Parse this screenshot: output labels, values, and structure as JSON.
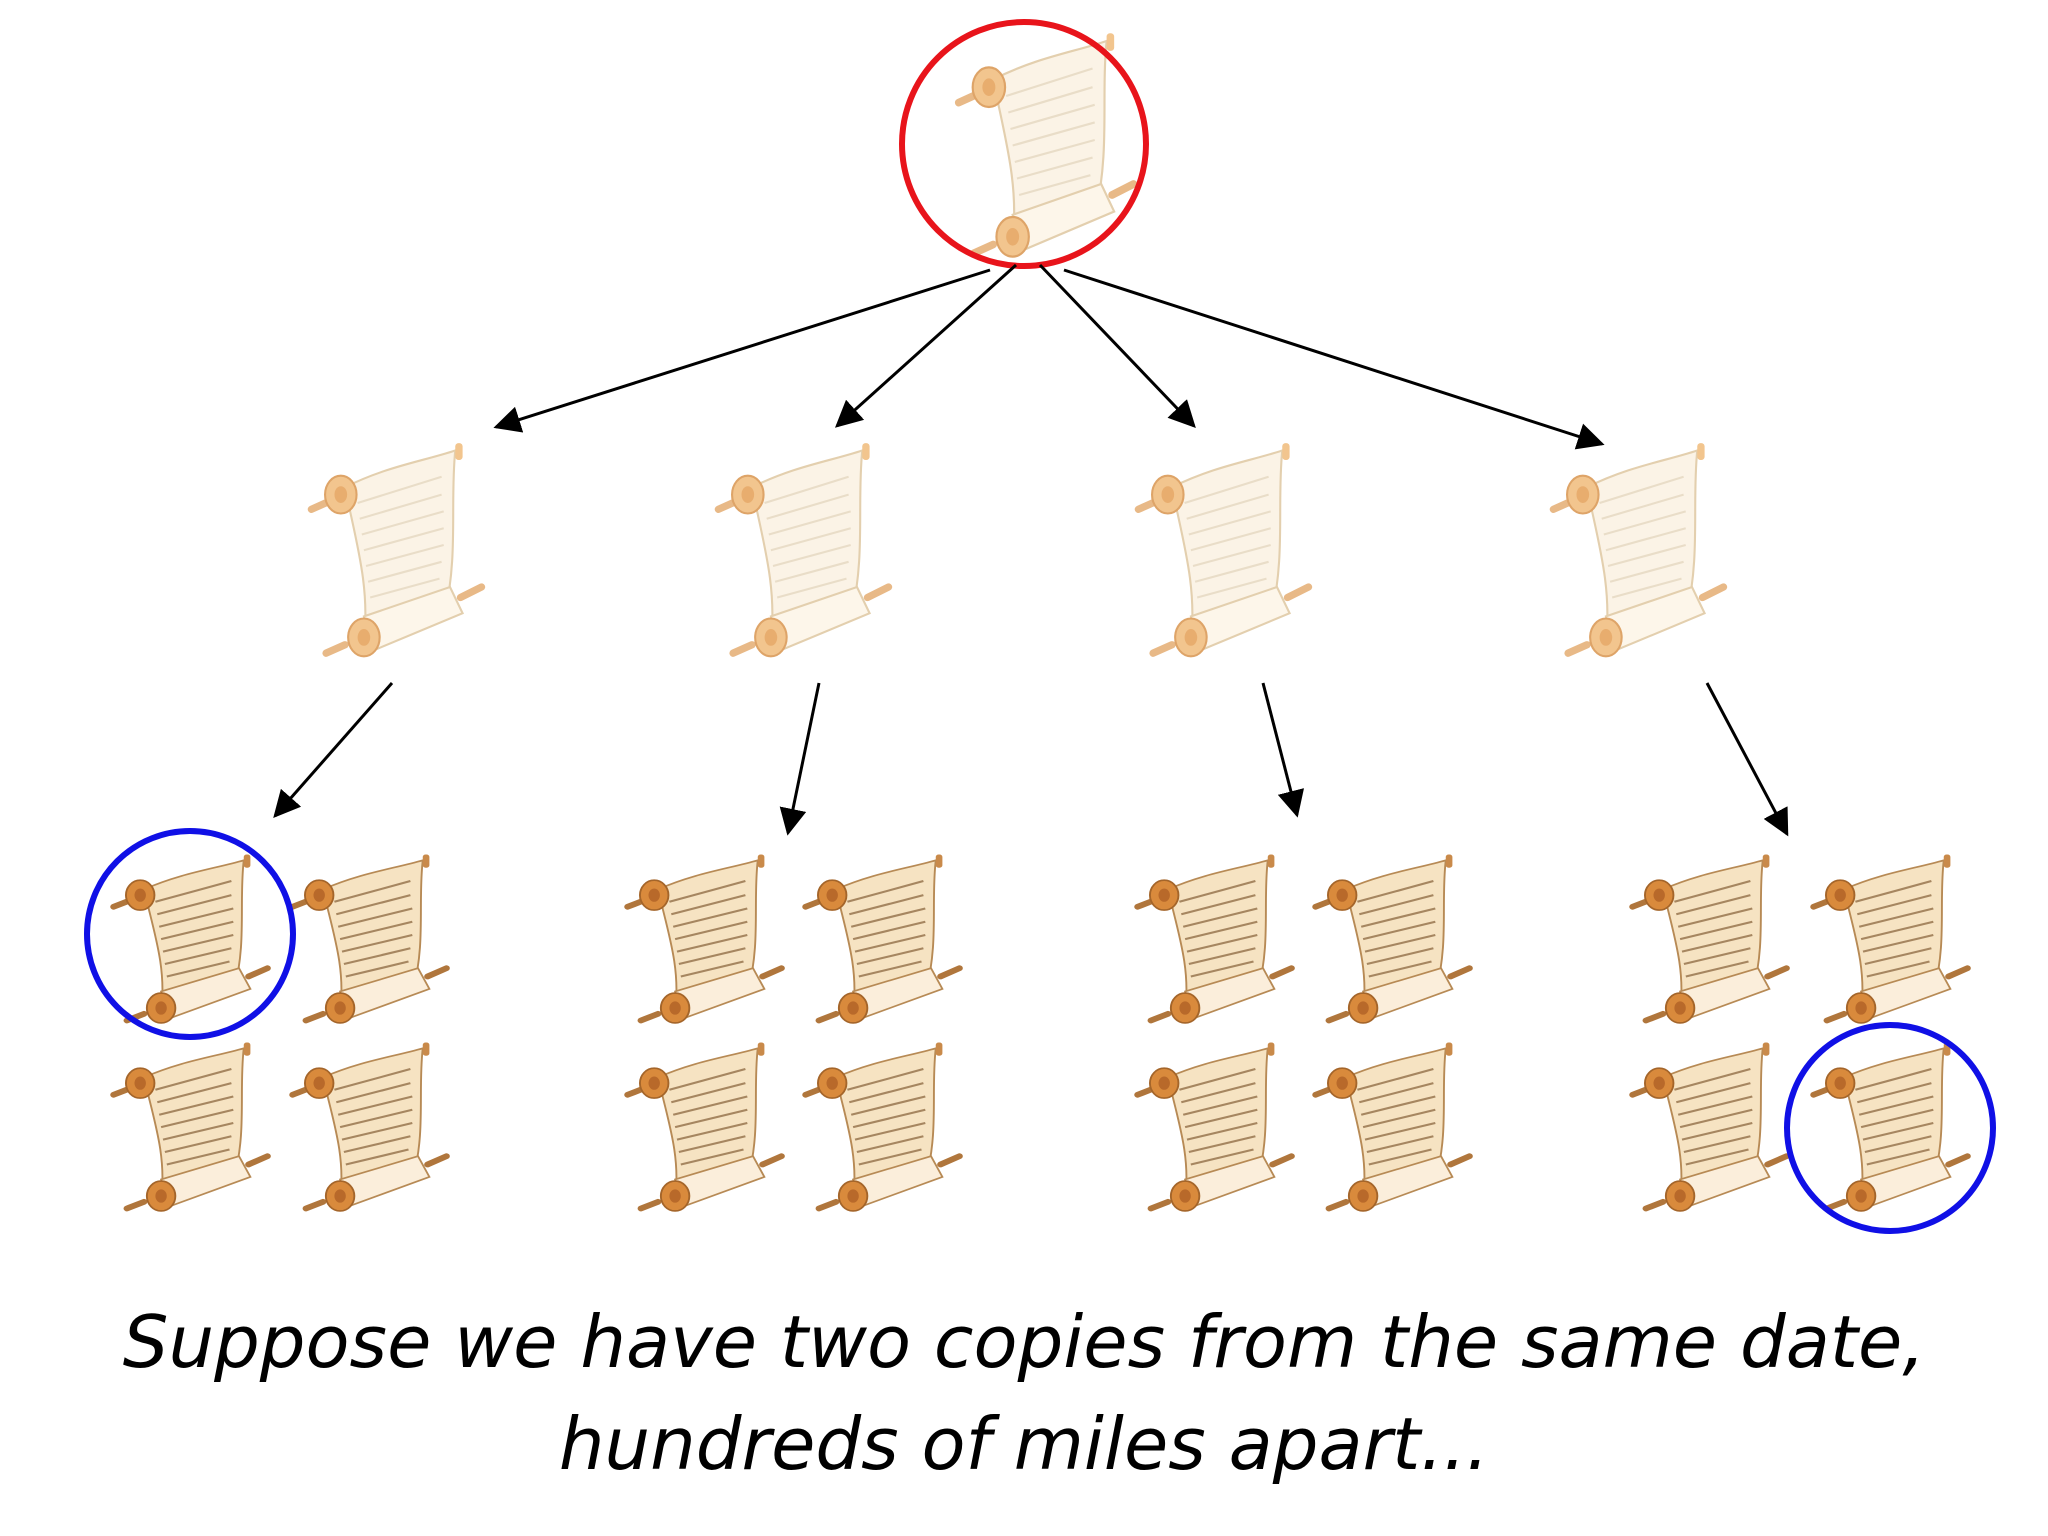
{
  "caption": {
    "line1": "Suppose we have two copies from the same date,",
    "line2": "hundreds of miles apart..."
  },
  "colors": {
    "original_highlight": "#e8141b",
    "compared_copies_highlight": "#1010e6",
    "arrow": "#000000",
    "parchment_faded": "#fbf3e6",
    "parchment_copy": "#f6e3c2",
    "roller_faded": "#f2c58e",
    "roller_copy": "#d98a3c"
  },
  "icons": {
    "manuscript": "scroll-icon"
  },
  "tree": {
    "generations": [
      {
        "name": "original",
        "copies": 1
      },
      {
        "name": "first-copies",
        "copies": 4
      },
      {
        "name": "second-copies",
        "copies": 16
      }
    ],
    "highlighted": {
      "original": "red-circle",
      "compared_pair": [
        "group-1-copy-1",
        "group-4-copy-4"
      ]
    }
  }
}
